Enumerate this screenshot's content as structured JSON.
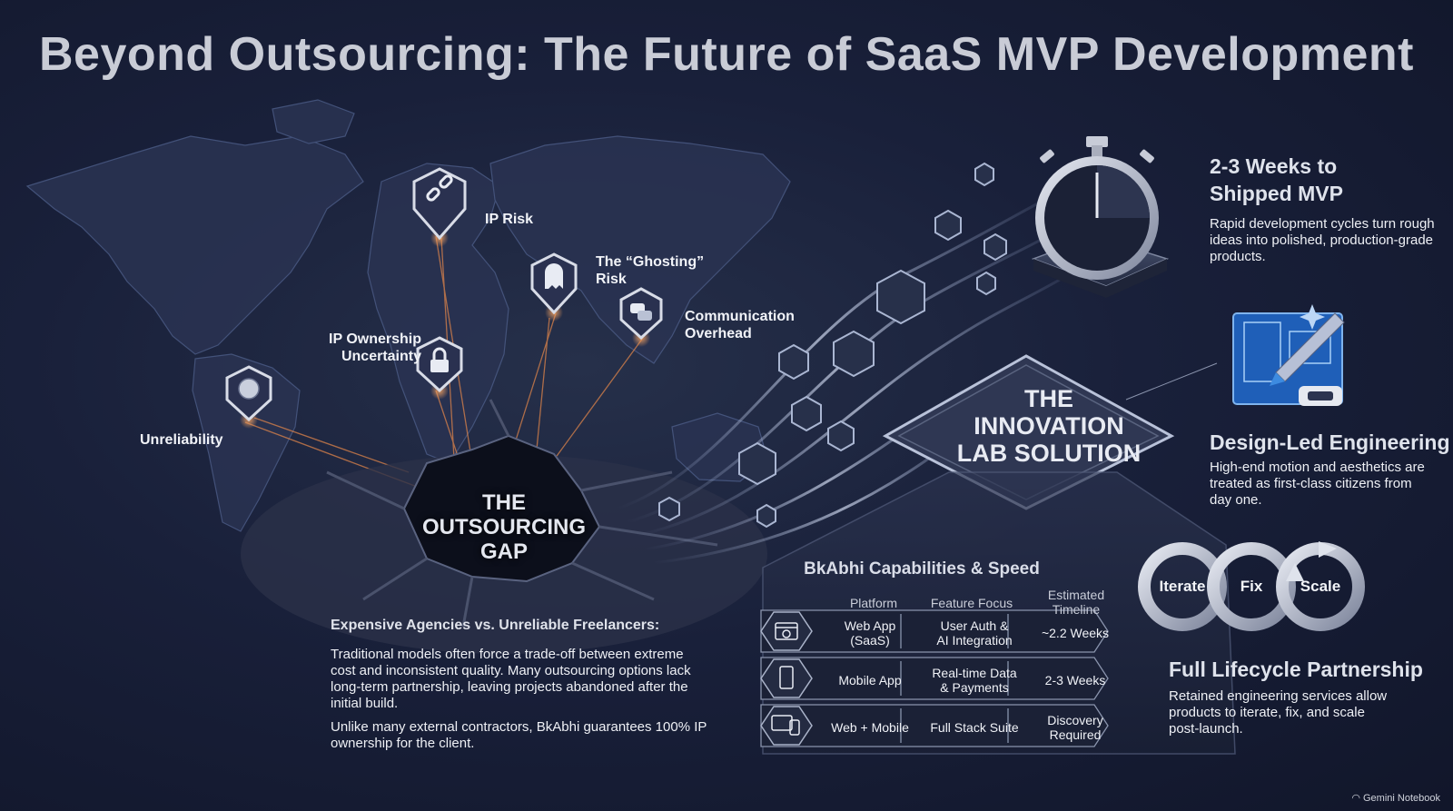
{
  "title": "Beyond Outsourcing: The Future of SaaS MVP Development",
  "pins": {
    "ip_risk": "IP Risk",
    "ghosting_line1": "The “Ghosting”",
    "ghosting_line2": "Risk",
    "communication_line1": "Communication",
    "communication_line2": "Overhead",
    "ip_ownership_line1": "IP Ownership",
    "ip_ownership_line2": "Uncertainty",
    "unreliability": "Unreliability"
  },
  "gap": {
    "label_line1": "THE",
    "label_line2": "OUTSOURCING",
    "label_line3": "GAP",
    "heading": "Expensive Agencies vs. Unreliable Freelancers:",
    "para1": "Traditional models often force a trade-off between extreme cost and inconsistent quality. Many outsourcing options lack long-term partnership, leaving projects abandoned after the initial build.",
    "para2": "Unlike many external contractors, BkAbhi guarantees 100% IP ownership for the client."
  },
  "lab": {
    "line1": "THE",
    "line2": "INNOVATION",
    "line3": "LAB SOLUTION"
  },
  "features": {
    "speed_title_line1": "2-3 Weeks to",
    "speed_title_line2": "Shipped MVP",
    "speed_desc": "Rapid development cycles turn rough ideas into polished, production-grade products.",
    "design_title": "Design-Led Engineering",
    "design_desc": "High-end motion and aesthetics are treated as first-class citizens from day one.",
    "lifecycle_title": "Full Lifecycle Partnership",
    "lifecycle_desc": "Retained engineering services allow products to iterate, fix, and scale post-launch."
  },
  "cycle": [
    "Iterate",
    "Fix",
    "Scale"
  ],
  "table": {
    "title": "BkAbhi Capabilities & Speed",
    "headers": {
      "platform": "Platform",
      "feature_focus": "Feature Focus",
      "timeline_line1": "Estimated",
      "timeline_line2": "Timeline"
    },
    "rows": [
      {
        "icon": "browser-icon",
        "platform_line1": "Web App",
        "platform_line2": "(SaaS)",
        "focus_line1": "User Auth &",
        "focus_line2": "AI Integration",
        "timeline_line1": "~2.2 Weeks",
        "timeline_line2": ""
      },
      {
        "icon": "phone-icon",
        "platform_line1": "Mobile App",
        "platform_line2": "",
        "focus_line1": "Real-time Data",
        "focus_line2": "& Payments",
        "timeline_line1": "2-3 Weeks",
        "timeline_line2": ""
      },
      {
        "icon": "devices-icon",
        "platform_line1": "Web + Mobile",
        "platform_line2": "",
        "focus_line1": "Full Stack Suite",
        "focus_line2": "",
        "timeline_line1": "Discovery",
        "timeline_line2": "Required"
      }
    ]
  },
  "brand": "Gemini Notebook",
  "colors": {
    "background": "#161c30",
    "title": "#c9ccd6",
    "accent_orange": "#e8894a",
    "accent_blue": "#3d8be0"
  }
}
